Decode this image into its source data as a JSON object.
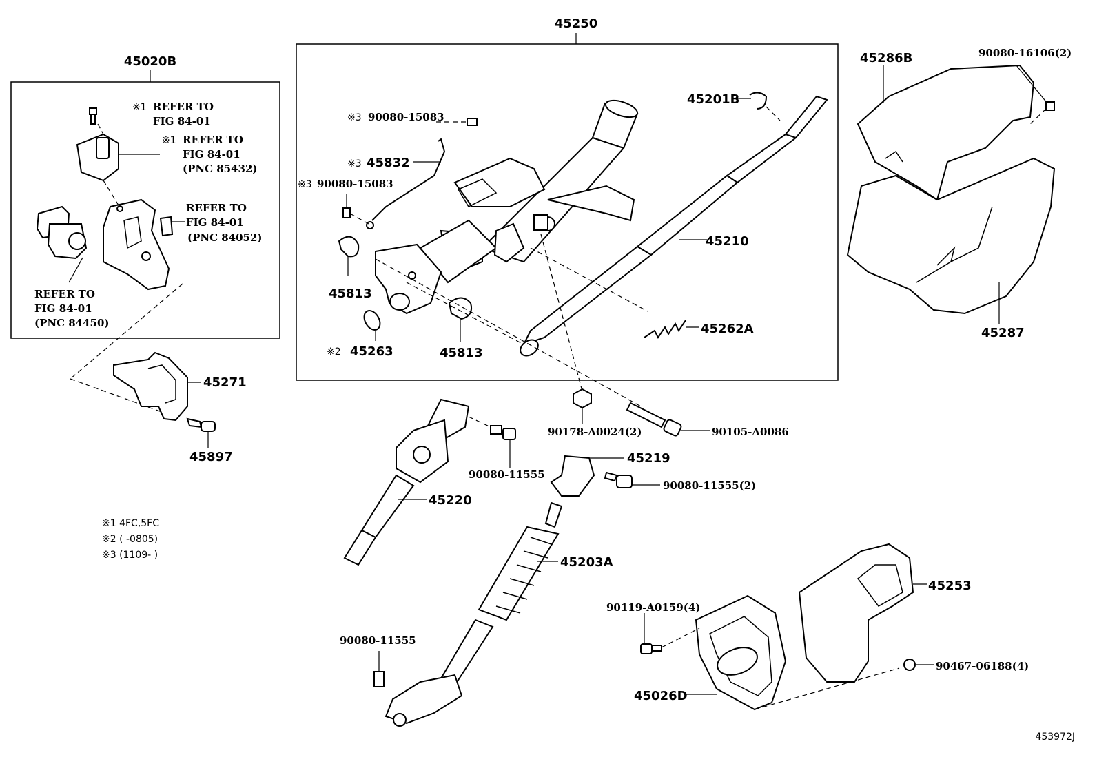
{
  "labels": {
    "p45250": "45250",
    "p45020B": "45020B",
    "p45286B": "45286B",
    "p90080_16106": "90080-16106(2)",
    "p45201B": "45201B",
    "p90080_15083_top": "90080-15083",
    "p45832": "45832",
    "p90080_15083_mid": "90080-15083",
    "p45210": "45210",
    "p45813_left": "45813",
    "p45813_mid": "45813",
    "p45263": "45263",
    "p45262A": "45262A",
    "p45287": "45287",
    "p45271": "45271",
    "p45897": "45897",
    "p90178": "90178-A0024(2)",
    "p90105": "90105-A0086",
    "p45219": "45219",
    "p90080_11555_a": "90080-11555",
    "p90080_11555_b": "90080-11555(2)",
    "p45220": "45220",
    "p45203A": "45203A",
    "p45253": "45253",
    "p90119": "90119-A0159(4)",
    "p90080_11555_c": "90080-11555",
    "p90467": "90467-06188(4)",
    "p45026D": "45026D",
    "figure_id": "453972J"
  },
  "markers": {
    "m1_a": "※1",
    "m1_b": "※1",
    "m3_a": "※3",
    "m3_b": "※3",
    "m3_c": "※3",
    "m2_a": "※2"
  },
  "refs": {
    "ref1_line1": "REFER TO",
    "ref1_line2": "FIG 84-01",
    "ref2_line1": "REFER TO",
    "ref2_line2": "FIG 84-01",
    "ref2_line3": "(PNC 85432)",
    "ref3_line1": "REFER TO",
    "ref3_line2": "FIG 84-01",
    "ref3_line3": "(PNC 84052)",
    "ref4_line1": "REFER TO",
    "ref4_line2": "FIG 84-01",
    "ref4_line3": "(PNC 84450)"
  },
  "notes": {
    "note1": "※1 4FC,5FC",
    "note2": "※2 (        -0805)",
    "note3": "※3 (1109-        )"
  }
}
